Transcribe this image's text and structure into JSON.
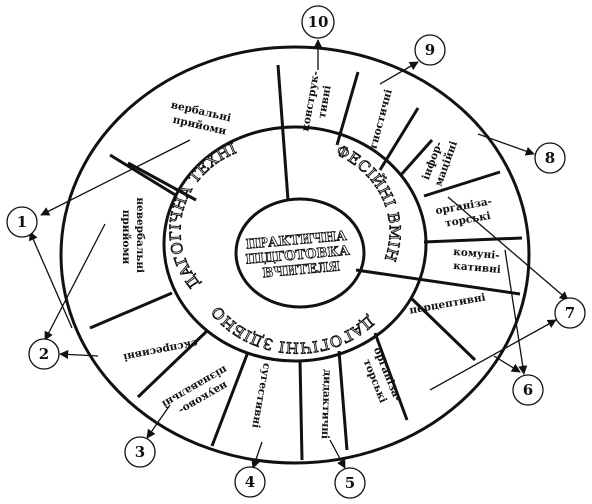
{
  "center": {
    "lines": [
      "ПРАКТИЧНА",
      "ПІДГОТОВКА",
      "ВЧИТЕЛЯ"
    ]
  },
  "middle_ring": {
    "pedagogical_technique": "ПЕДАГОГІЧНА ТЕХНІКА",
    "professional_skills": "ПРОФЕСІЙНІ ВМІННЯ",
    "pedagogical_abilities": "ПЕДАГОГІЧНІ ЗДІБНОСТІ"
  },
  "outer_ring": {
    "verbal": [
      "вербальні",
      "прийоми"
    ],
    "nonverbal": [
      "невербальні",
      "прийоми"
    ],
    "expressive": [
      "експресивні"
    ],
    "academic": [
      "науково-",
      "пізнавальні"
    ],
    "suggestive": [
      "сугестивні"
    ],
    "didactic": [
      "дидактичні"
    ],
    "organizational_2": [
      "організа-",
      "торські"
    ],
    "perceptive": [
      "перцептивні"
    ],
    "communicative": [
      "комуні-",
      "кативні"
    ],
    "organizational_1": [
      "організа-",
      "торські"
    ],
    "informational": [
      "інфор-",
      "маційні"
    ],
    "gnostic": [
      "гностичні"
    ],
    "constructive": [
      "конструк-",
      "тивні"
    ]
  },
  "callouts": [
    "1",
    "2",
    "3",
    "4",
    "5",
    "6",
    "7",
    "8",
    "9",
    "10"
  ]
}
